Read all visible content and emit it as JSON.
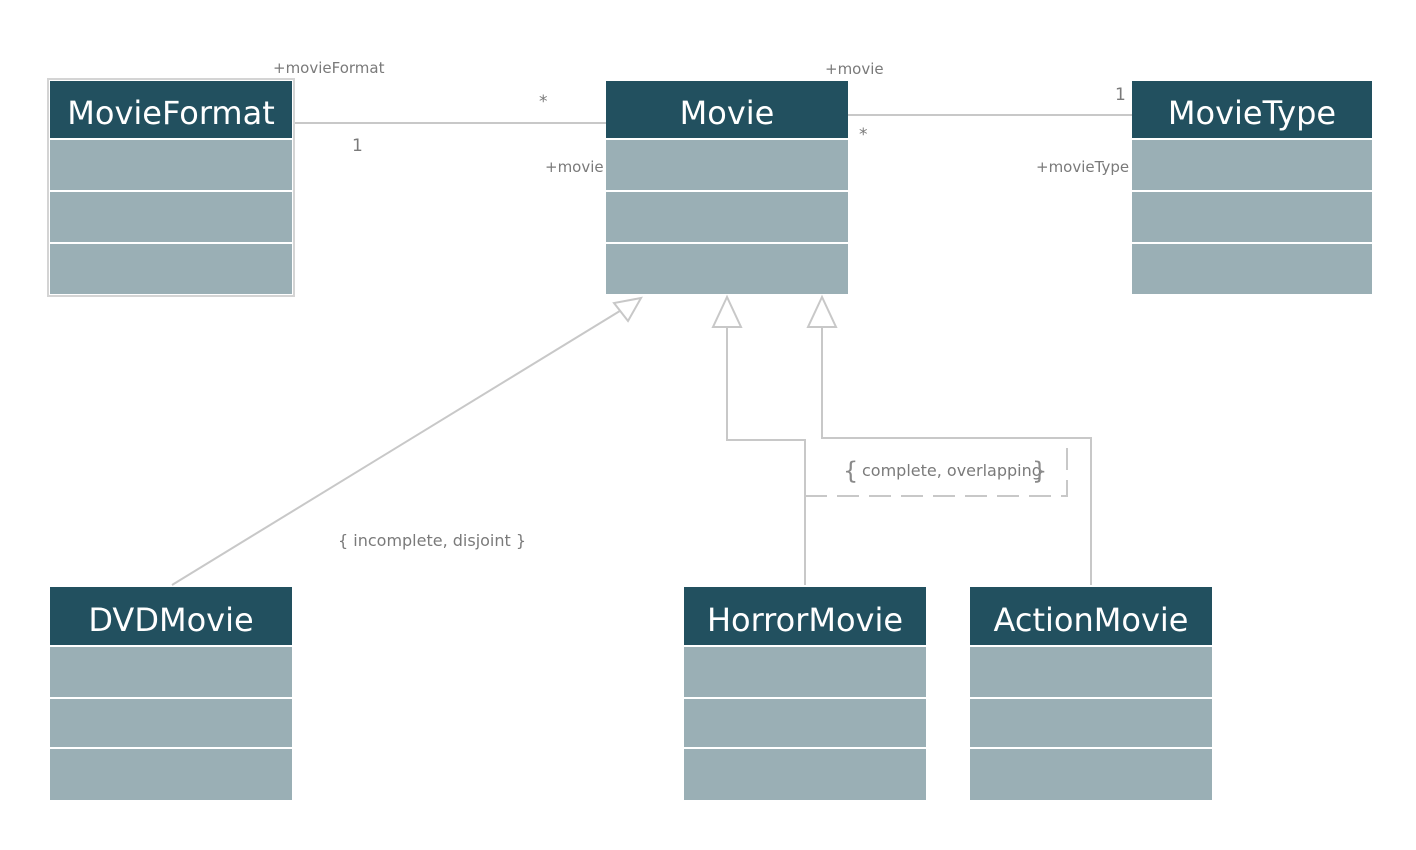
{
  "colors": {
    "header": "#22505f",
    "compartment": "#9aafb5",
    "line": "#c8c8c8",
    "label": "#7a7a7a"
  },
  "classes": {
    "movieformat": {
      "name": "MovieFormat"
    },
    "movie": {
      "name": "Movie"
    },
    "movietype": {
      "name": "MovieType"
    },
    "dvdmovie": {
      "name": "DVDMovie"
    },
    "horrormovie": {
      "name": "HorrorMovie"
    },
    "actionmovie": {
      "name": "ActionMovie"
    }
  },
  "associations": {
    "format_movie": {
      "format_role": "+movieFormat",
      "format_mult": "1",
      "movie_role": "+movie",
      "movie_mult": "*"
    },
    "movie_type": {
      "movie_role": "+movie",
      "movie_mult": "*",
      "type_role": "+movieType",
      "type_mult": "1"
    }
  },
  "constraints": {
    "dvd": "{ incomplete, disjoint }",
    "genre_open": "{",
    "genre_text": "complete, overlapping",
    "genre_close": "}"
  }
}
